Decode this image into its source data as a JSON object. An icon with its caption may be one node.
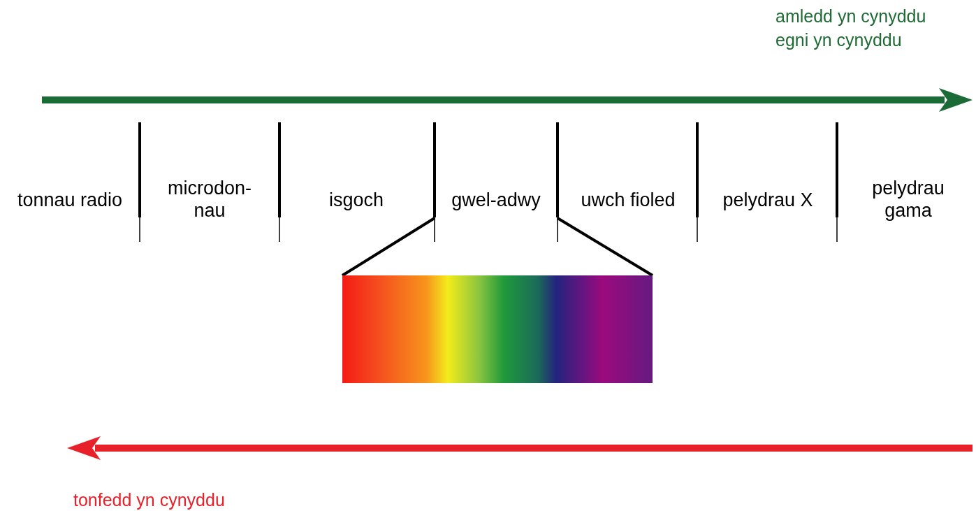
{
  "diagram": {
    "nodes": [
      {
        "text": [
          "gwel-adwy"
        ]
      },
      {
        "text": [],
        "shape": "bar"
      }
    ],
    "edges": [
      {
        "from": 0,
        "to": 1,
        "arrow": "none"
      },
      {
        "from": 0,
        "to": 1,
        "arrow": "none"
      }
    ],
    "labels": [
      "amledd yn cynyddu",
      "egni yn cynyddu",
      "tonnau radio",
      "microdon-nau",
      "isgoch",
      "uwch fioled",
      "pelydrau X",
      "pelydrau gama",
      "tonfedd yn cynyddu"
    ]
  }
}
